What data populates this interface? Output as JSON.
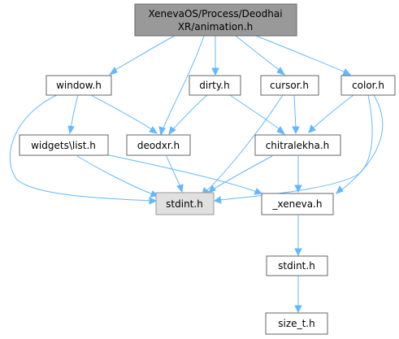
{
  "graph": {
    "title_lines": [
      "XenevaOS/Process/Deodhai",
      "XR/animation.h"
    ],
    "nodes": {
      "root": "XenevaOS/Process/Deodhai XR/animation.h",
      "window": "window.h",
      "dirty": "dirty.h",
      "cursor": "cursor.h",
      "color": "color.h",
      "widgets_list": "widgets\\list.h",
      "deodxr": "deodxr.h",
      "chitralekha": "chitralekha.h",
      "stdint_hl": "stdint.h",
      "xeneva": "_xeneva.h",
      "stdint2": "stdint.h",
      "size_t": "size_t.h"
    },
    "edge_color": "#63b8ff",
    "root_fill": "#999999",
    "highlight_fill": "#e0e0e0"
  }
}
